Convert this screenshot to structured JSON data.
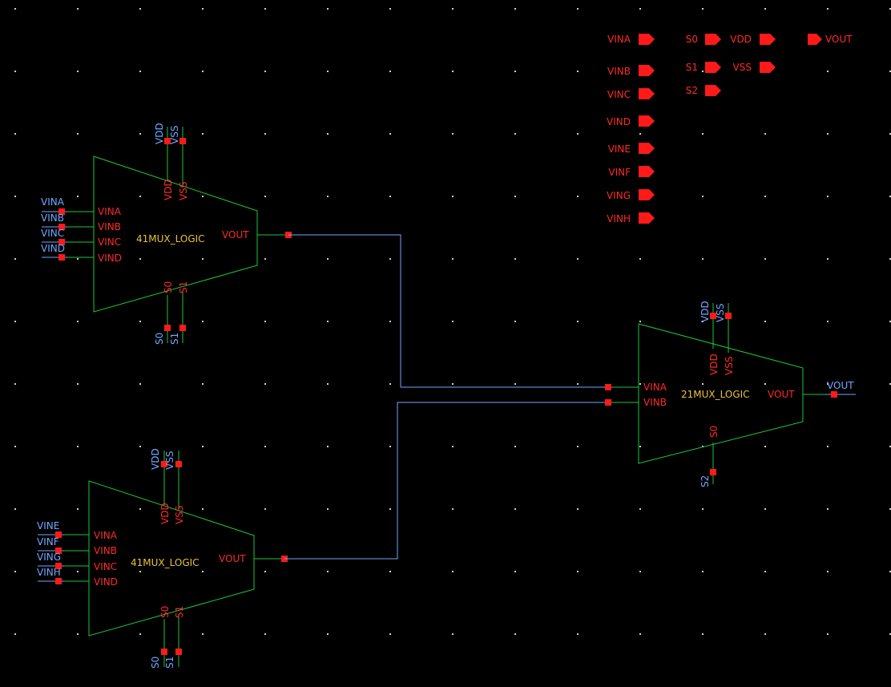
{
  "colors": {
    "background": "#000000",
    "grid_dot": "#cfcfcf",
    "cell_outline": "#19c93a",
    "wire": "#6fa8ff",
    "pin": "#ff1a1a",
    "pin_text": "#ff2a2a",
    "net_text": "#6fa8ff",
    "cell_name": "#e8c23a"
  },
  "pin_legend": {
    "inputs": [
      "VINA",
      "VINB",
      "VINC",
      "VIND",
      "VINE",
      "VINF",
      "VING",
      "VINH"
    ],
    "selects": [
      "S0",
      "S1",
      "S2"
    ],
    "supplies": [
      "VDD",
      "VSS"
    ],
    "output": "VOUT"
  },
  "cells": {
    "mux41_top": {
      "name": "41MUX_LOGIC",
      "inputs": [
        "VINA",
        "VINB",
        "VINC",
        "VIND"
      ],
      "input_nets": [
        "VINA",
        "VINB",
        "VINC",
        "VIND"
      ],
      "supplies": [
        "VDD",
        "VSS"
      ],
      "supply_nets": [
        "VDD",
        "VSS"
      ],
      "selects": [
        "S0",
        "S1"
      ],
      "select_nets": [
        "S0",
        "S1"
      ],
      "output": "VOUT"
    },
    "mux41_bottom": {
      "name": "41MUX_LOGIC",
      "inputs": [
        "VINA",
        "VINB",
        "VINC",
        "VIND"
      ],
      "input_nets": [
        "VINE",
        "VINF",
        "VING",
        "VINH"
      ],
      "supplies": [
        "VDD",
        "VSS"
      ],
      "supply_nets": [
        "VDD",
        "VSS"
      ],
      "selects": [
        "S0",
        "S1"
      ],
      "select_nets": [
        "S0",
        "S1"
      ],
      "output": "VOUT"
    },
    "mux21": {
      "name": "21MUX_LOGIC",
      "inputs": [
        "VINA",
        "VINB"
      ],
      "supplies": [
        "VDD",
        "VSS"
      ],
      "supply_nets": [
        "VDD",
        "VSS"
      ],
      "select": "S0",
      "select_net": "S2",
      "output": "VOUT",
      "output_net": "VOUT"
    }
  }
}
